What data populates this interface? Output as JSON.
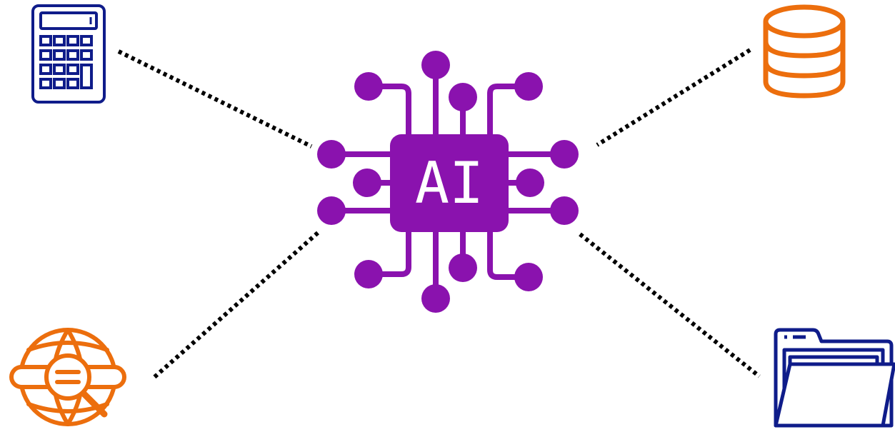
{
  "ai_chip": {
    "label": "AI",
    "icon": "ai-chip-icon",
    "color": "#8a12ae"
  },
  "nodes": [
    {
      "name": "calculator",
      "icon": "calculator-icon",
      "color": "#0f1c8a"
    },
    {
      "name": "database",
      "icon": "database-icon",
      "color": "#ec6e0d"
    },
    {
      "name": "web-search",
      "icon": "globe-search-icon",
      "color": "#ec6e0d"
    },
    {
      "name": "file-folder",
      "icon": "folder-icon",
      "color": "#0f1c8a"
    }
  ],
  "connector": {
    "style": "dotted",
    "color": "#000000"
  },
  "colors": {
    "navy": "#0f1c8a",
    "orange": "#ec6e0d",
    "purple": "#8a12ae",
    "background": "#ffffff"
  }
}
